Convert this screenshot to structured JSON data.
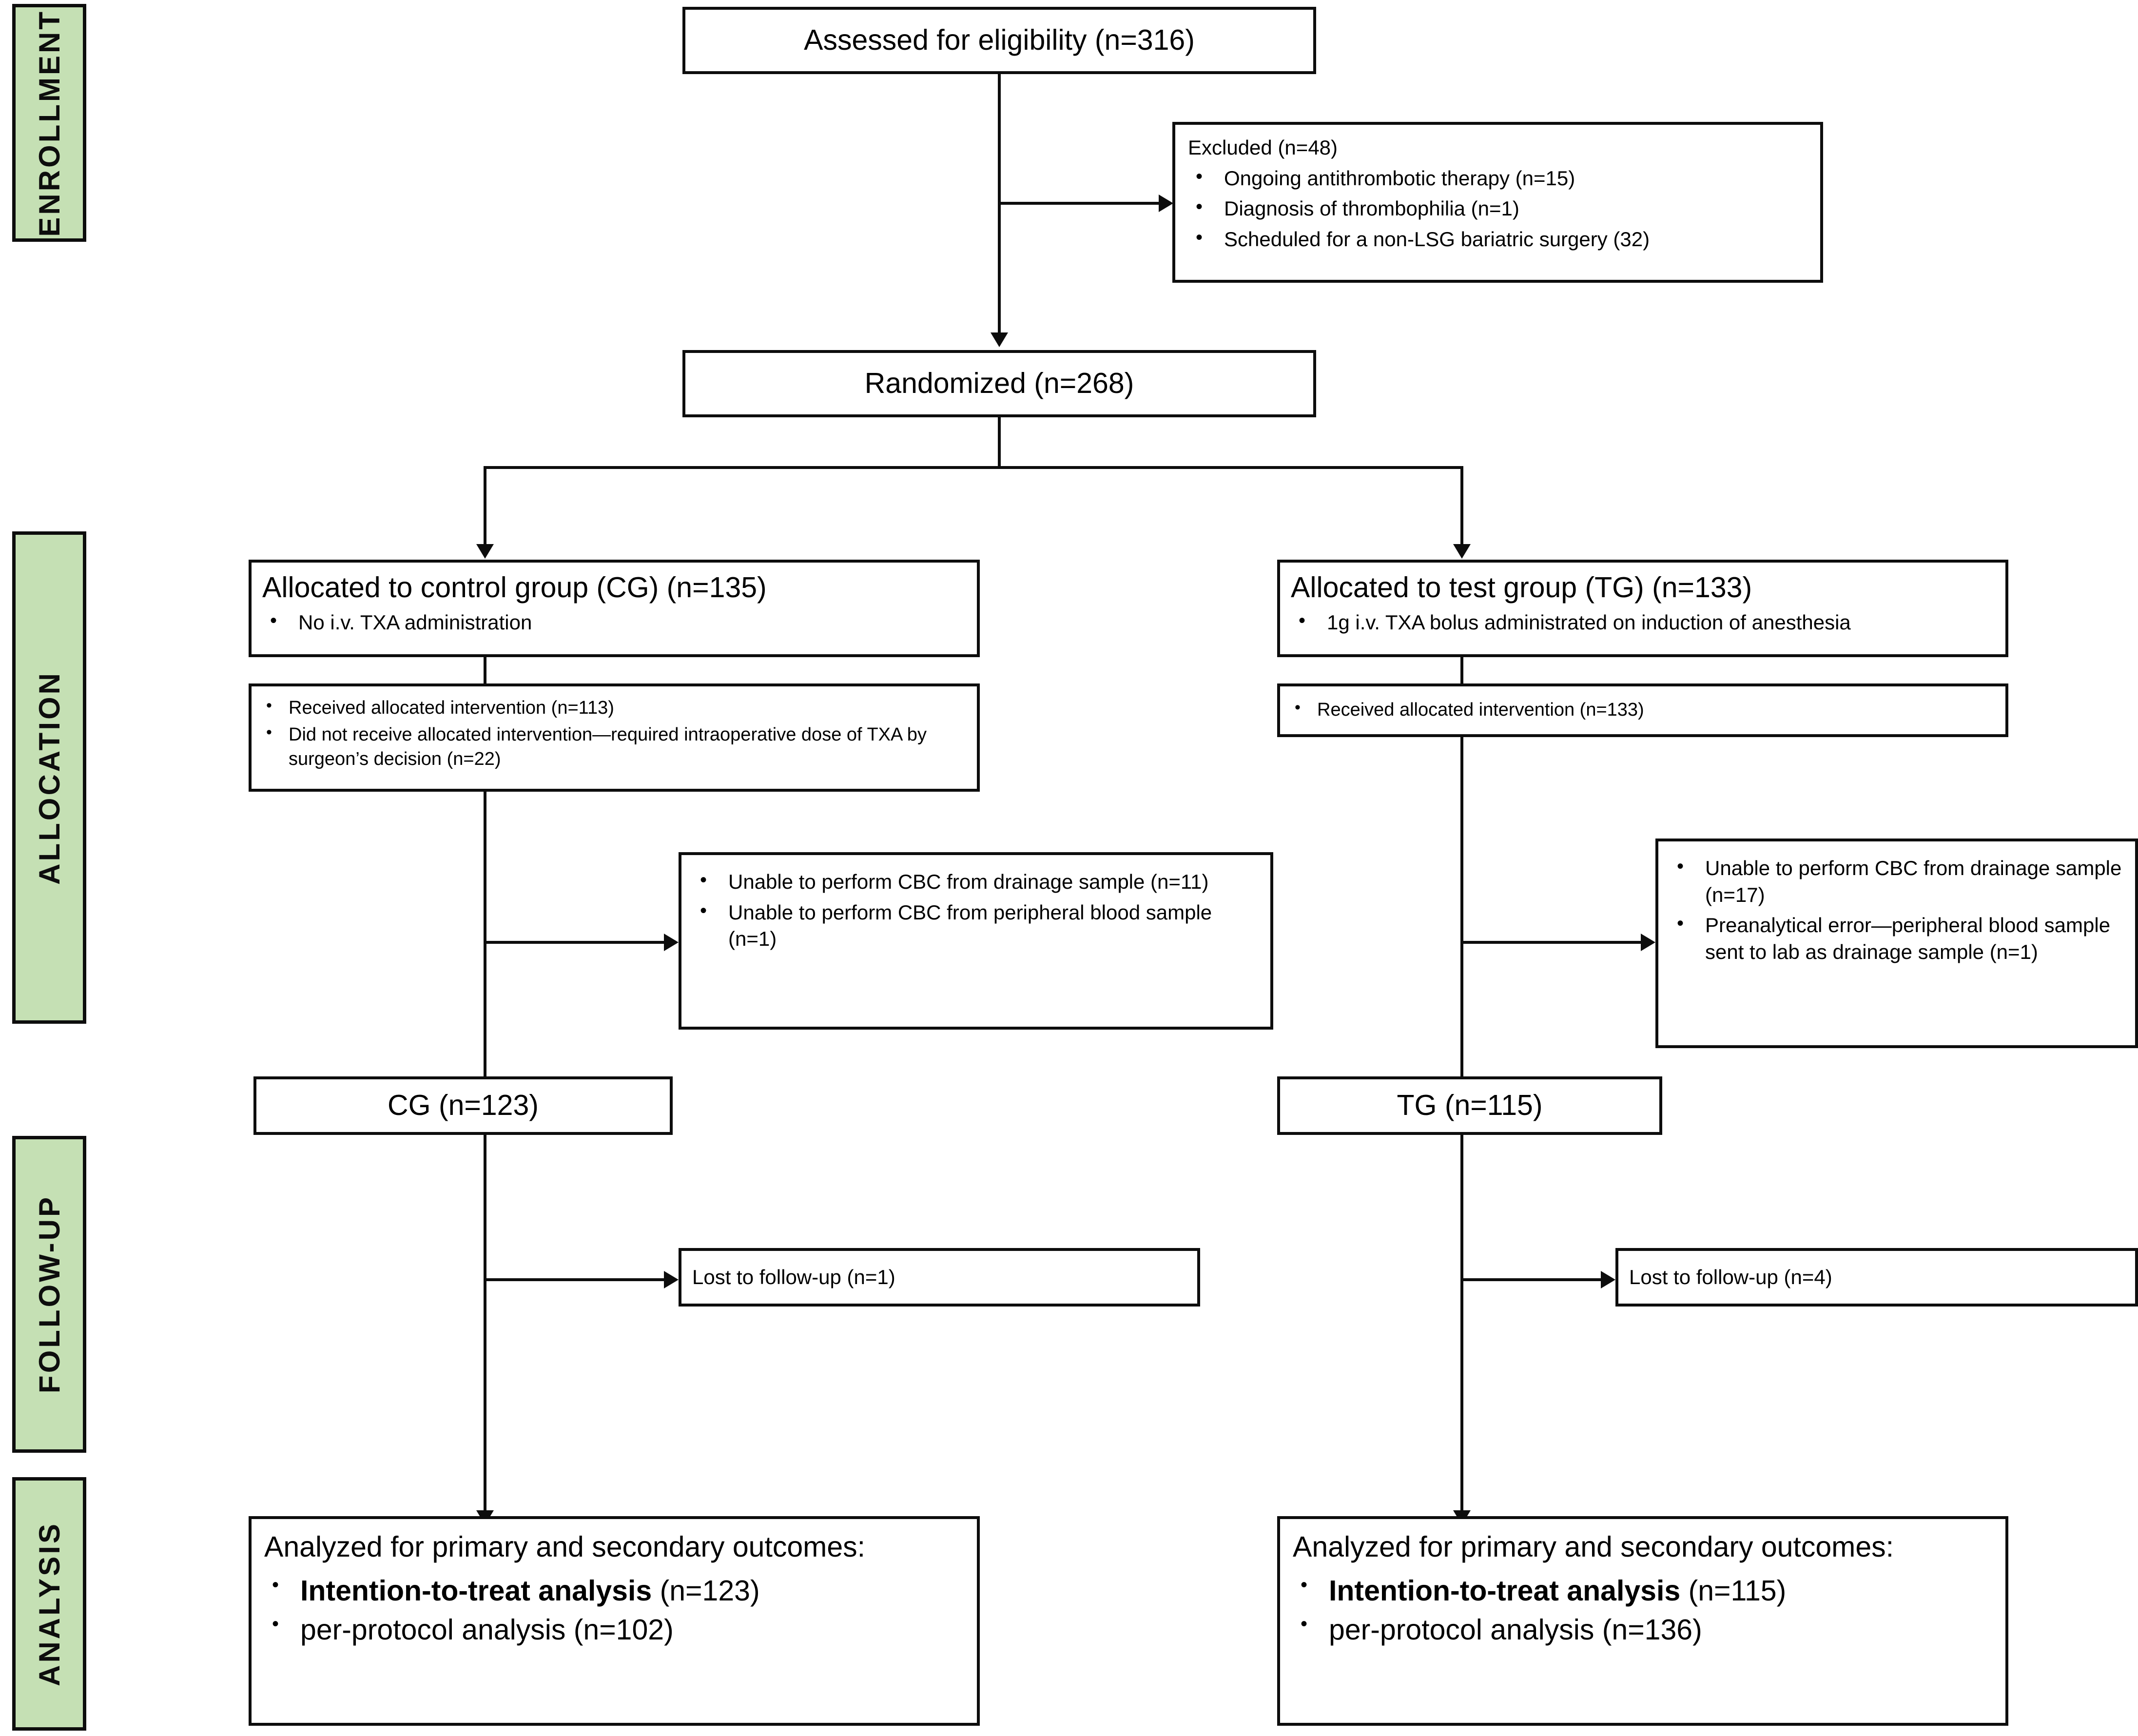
{
  "diagram": {
    "type": "CONSORT participant flow diagram",
    "accent_green": "#c5e0b4",
    "line_color": "#0d0d0d"
  },
  "phases": [
    {
      "id": "enrollment",
      "label": "ENROLLMENT"
    },
    {
      "id": "allocation",
      "label": "ALLOCATION"
    },
    {
      "id": "followup",
      "label": "FOLLOW-UP"
    },
    {
      "id": "analysis",
      "label": "ANALYSIS"
    }
  ],
  "nodes": {
    "assessed": {
      "title": "Assessed for eligibility (n=316)"
    },
    "excluded": {
      "title": "Excluded (n=48)",
      "items": [
        "Ongoing antithrombotic therapy (n=15)",
        "Diagnosis of thrombophilia (n=1)",
        "Scheduled for a non-LSG bariatric surgery (32)"
      ]
    },
    "randomized": {
      "title": "Randomized (n=268)"
    },
    "cg_allocated": {
      "title": "Allocated to control group (CG) (n=135)",
      "items": [
        "No i.v. TXA administration"
      ]
    },
    "cg_received": {
      "items": [
        "Received allocated intervention (n=113)",
        "Did not receive allocated intervention—required intraoperative dose of TXA by surgeon’s decision (n=22)"
      ]
    },
    "cg_excluded_cbc": {
      "items": [
        "Unable to perform CBC from drainage sample (n=11)",
        "Unable to perform CBC from peripheral blood sample (n=1)"
      ]
    },
    "cg_count": {
      "title": "CG (n=123)"
    },
    "cg_lost": {
      "title": "Lost to follow-up (n=1)"
    },
    "cg_analyzed": {
      "title": "Analyzed for primary and secondary outcomes:",
      "items": [
        {
          "strong": "Intention-to-treat analysis",
          "rest": " (n=123)"
        },
        {
          "strong": "",
          "rest": "per-protocol analysis (n=102)"
        }
      ]
    },
    "tg_allocated": {
      "title": "Allocated to test group (TG) (n=133)",
      "items": [
        "1g i.v. TXA bolus administrated on induction of anesthesia"
      ]
    },
    "tg_received": {
      "items": [
        "Received allocated intervention (n=133)"
      ]
    },
    "tg_excluded_cbc": {
      "items": [
        "Unable to perform CBC from drainage sample (n=17)",
        "Preanalytical error—peripheral blood sample sent to lab as drainage sample (n=1)"
      ]
    },
    "tg_count": {
      "title": "TG (n=115)"
    },
    "tg_lost": {
      "title": "Lost to follow-up (n=4)"
    },
    "tg_analyzed": {
      "title": "Analyzed for primary and secondary outcomes:",
      "items": [
        {
          "strong": "Intention-to-treat analysis",
          "rest": " (n=115)"
        },
        {
          "strong": "",
          "rest": "per-protocol analysis (n=136)"
        }
      ]
    }
  }
}
